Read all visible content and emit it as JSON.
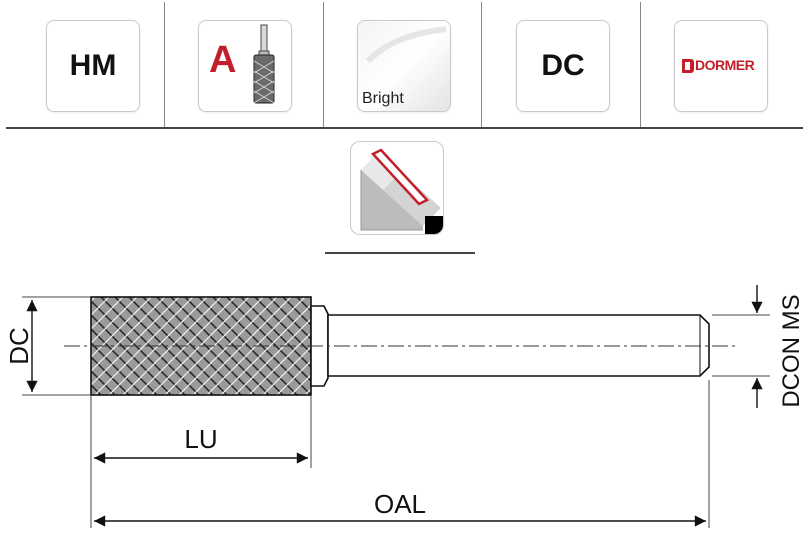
{
  "header": {
    "material_label": "HM",
    "shank_type_letter": "A",
    "finish_label": "Bright",
    "cutting_diameter_label": "DC",
    "brand": "DORMER"
  },
  "drawing": {
    "dimensions": {
      "cutting_diameter": "DC",
      "length_of_cut": "LU",
      "overall_length": "OAL",
      "shank_diameter": "DCON MS"
    }
  },
  "colors": {
    "accent_red": "#c21f2a",
    "line": "#111111"
  },
  "icons": {
    "shank_icon": "burr-shank-icon",
    "coating_icon": "bright-finish-icon",
    "brand_icon": "dormer-logo-icon",
    "profile_icon": "cut-profile-icon"
  }
}
